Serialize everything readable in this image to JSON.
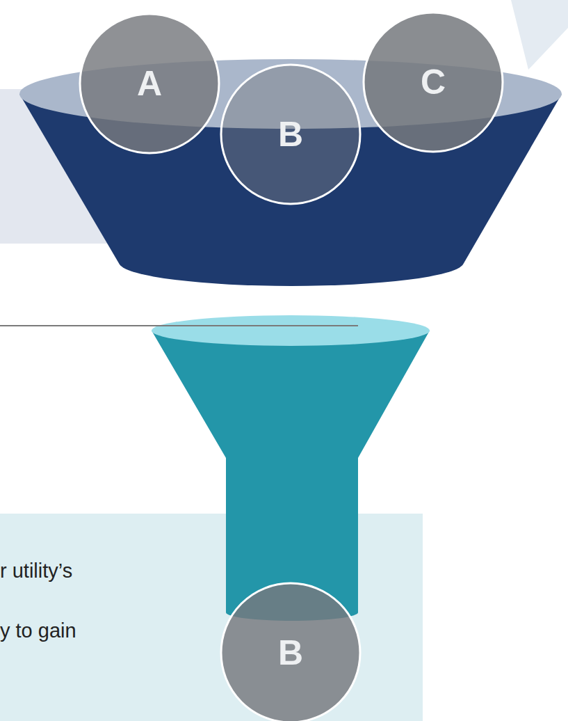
{
  "diagram": {
    "nodes": [
      {
        "text": [
          "A"
        ]
      },
      {
        "text": [
          "B"
        ]
      },
      {
        "text": [
          "C"
        ]
      },
      {
        "text": [
          "r utility’s",
          "y to gain"
        ]
      },
      {
        "text": [
          "B"
        ]
      }
    ]
  }
}
